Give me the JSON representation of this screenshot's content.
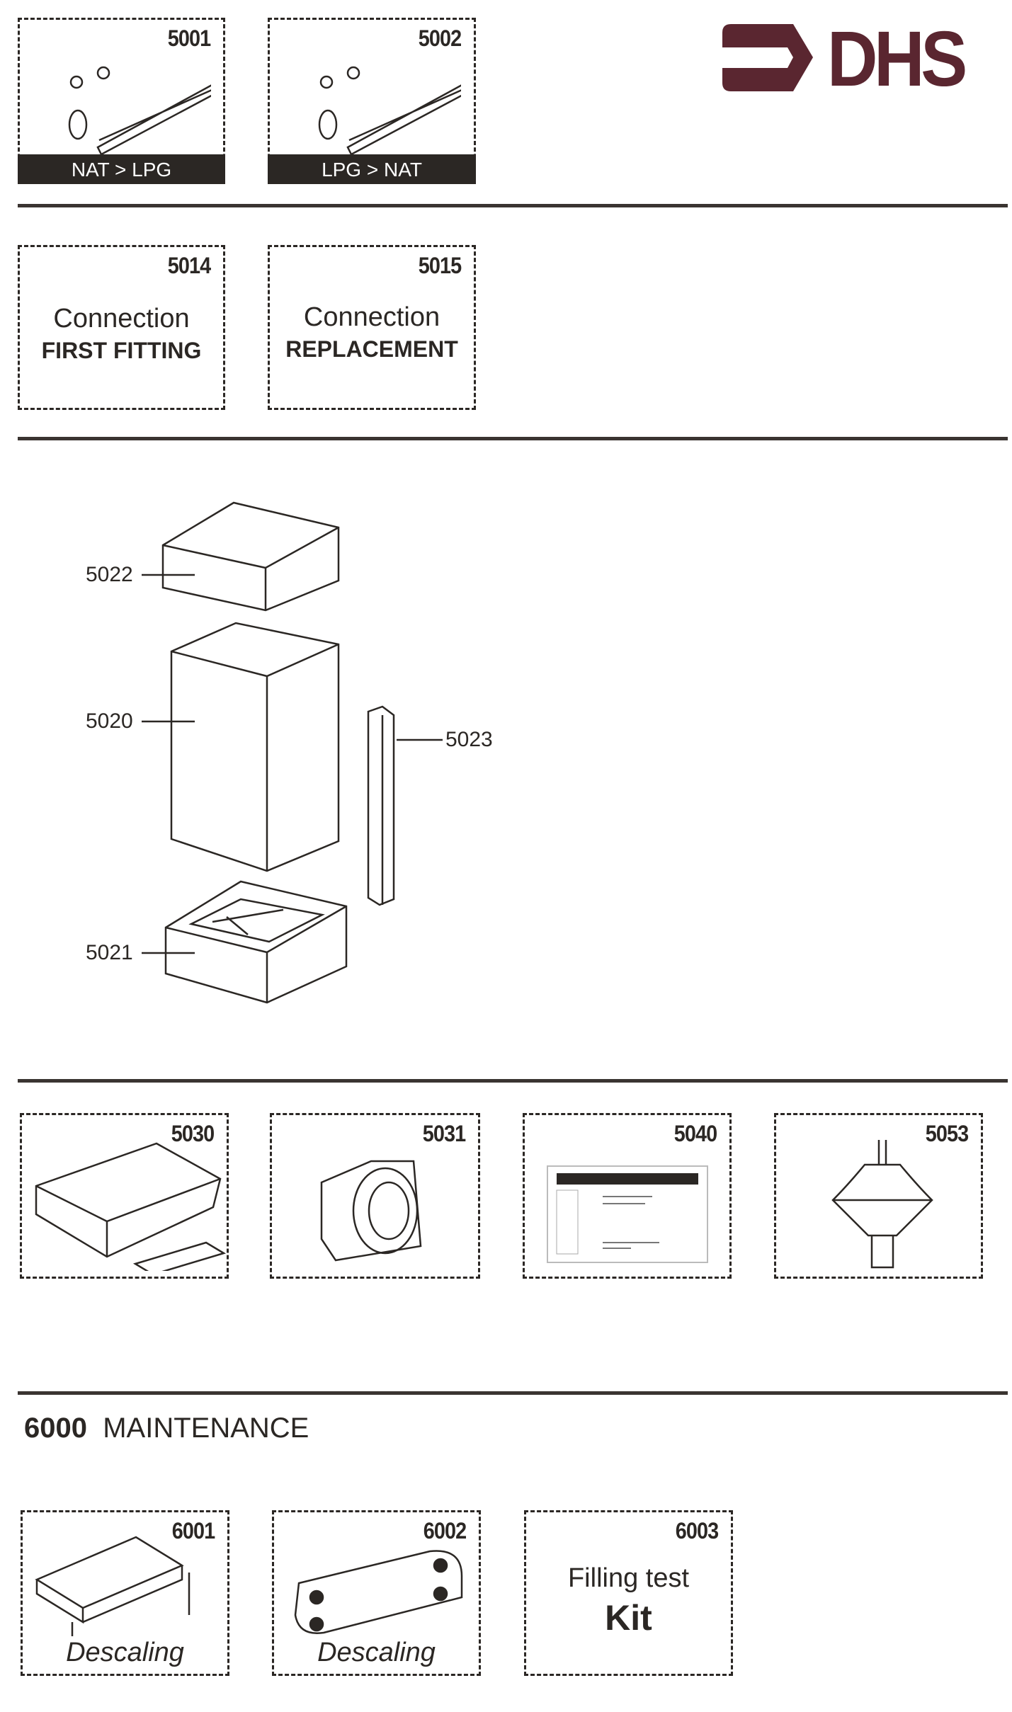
{
  "logo": {
    "text": "DHS",
    "color": "#5a2630"
  },
  "row1": [
    {
      "code": "5001",
      "band": "NAT > LPG"
    },
    {
      "code": "5002",
      "band": "LPG > NAT"
    }
  ],
  "row2": [
    {
      "code": "5014",
      "line1": "Connection",
      "line2": "FIRST FITTING"
    },
    {
      "code": "5015",
      "line1": "Connection",
      "line2": "REPLACEMENT"
    }
  ],
  "diagram": {
    "labels": {
      "top": "5022",
      "casing": "5020",
      "strip": "5023",
      "base": "5021"
    }
  },
  "row3": [
    {
      "code": "5030"
    },
    {
      "code": "5031"
    },
    {
      "code": "5040"
    },
    {
      "code": "5053"
    }
  ],
  "maintenance": {
    "number": "6000",
    "title": "MAINTENANCE",
    "items": [
      {
        "code": "6001",
        "caption": "Descaling"
      },
      {
        "code": "6002",
        "caption": "Descaling"
      },
      {
        "code": "6003",
        "line1": "Filling test",
        "line2": "Kit"
      }
    ]
  }
}
